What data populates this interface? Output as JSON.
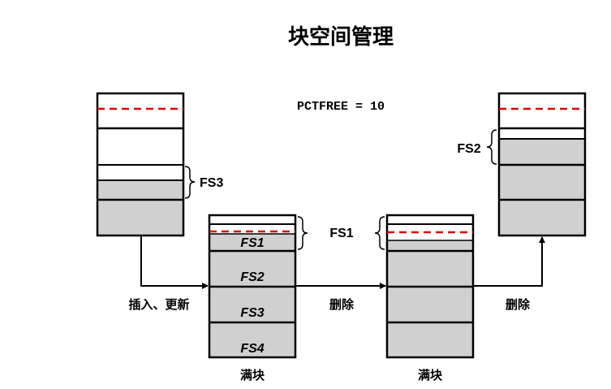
{
  "title": "块空间管理",
  "pctfree_label": "PCTFREE = 10",
  "labels": {
    "fs1": "FS1",
    "fs2": "FS2",
    "fs3": "FS3",
    "insert_update": "插入、更新",
    "delete_1": "删除",
    "delete_2": "删除",
    "full_block_1": "满块",
    "full_block_2": "满块"
  },
  "full_block_rows": [
    "FS1",
    "FS2",
    "FS3",
    "FS4"
  ],
  "colors": {
    "used_fill": "#d0d0d0",
    "free_fill": "#ffffff",
    "outline": "#000000",
    "pctfree_line": "#e00000"
  }
}
